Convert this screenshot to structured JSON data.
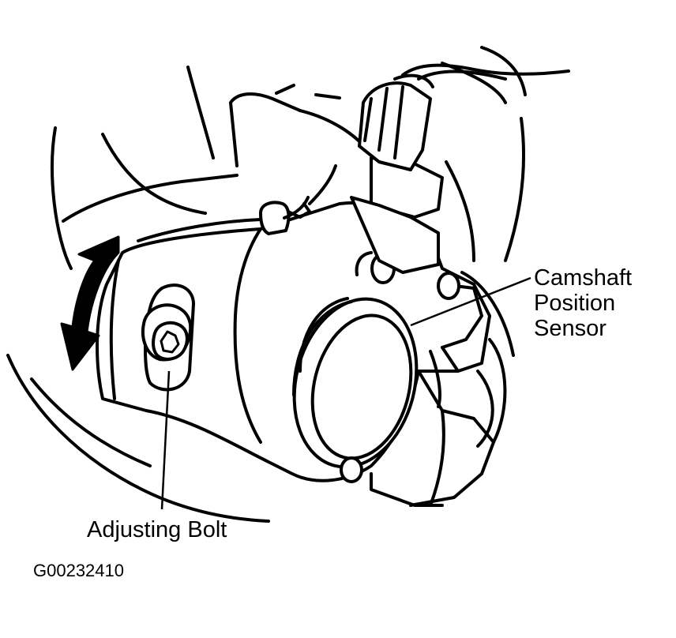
{
  "labels": {
    "camshaft_sensor": [
      "Camshaft",
      "Position",
      "Sensor"
    ],
    "adjusting_bolt": "Adjusting Bolt"
  },
  "figure_id": "G00232410"
}
